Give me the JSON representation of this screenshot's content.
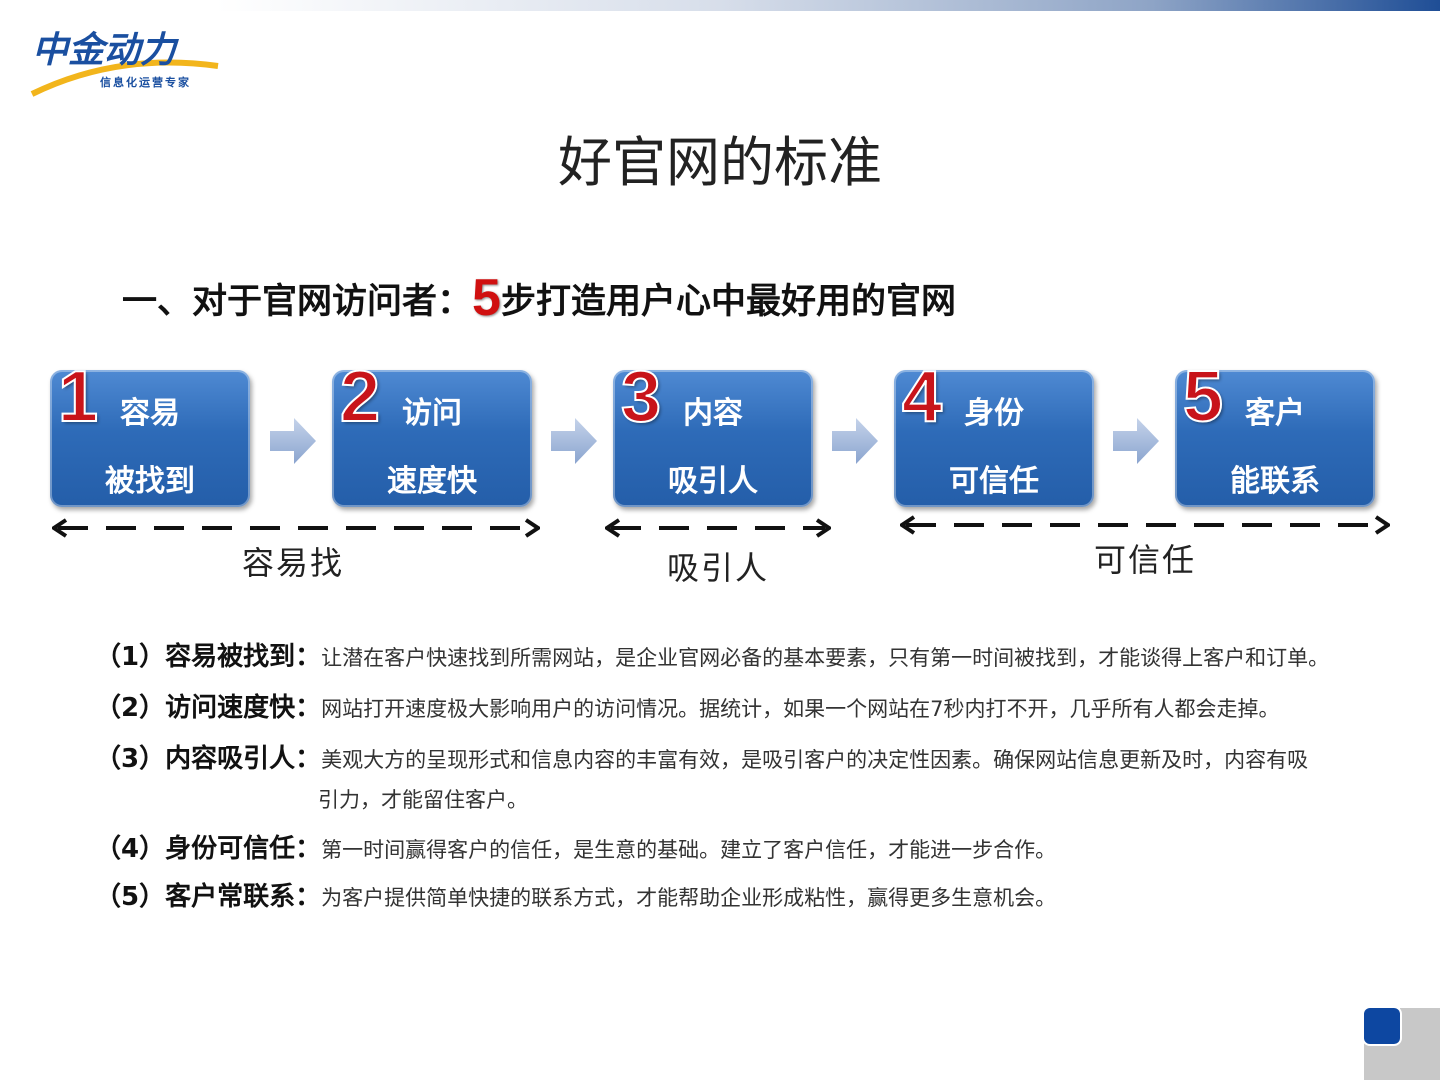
{
  "logo": {
    "name": "中金动力",
    "tagline": "信息化运营专家"
  },
  "title": "好官网的标准",
  "subtitle": {
    "prefix": "一、对于官网访问者：",
    "number": "5",
    "suffix": "步打造用户心中最好用的官网"
  },
  "steps": [
    {
      "num": "1",
      "line1": "容易",
      "line2": "被找到"
    },
    {
      "num": "2",
      "line1": "访问",
      "line2": "速度快"
    },
    {
      "num": "3",
      "line1": "内容",
      "line2": "吸引人"
    },
    {
      "num": "4",
      "line1": "身份",
      "line2": "可信任"
    },
    {
      "num": "5",
      "line1": "客户",
      "line2": "能联系"
    }
  ],
  "groups": [
    "容易找",
    "吸引人",
    "可信任"
  ],
  "points": [
    {
      "label": "（1）容易被找到：",
      "text": "让潜在客户快速找到所需网站，是企业官网必备的基本要素，只有第一时间被找到，才能谈得上客户和订单。"
    },
    {
      "label": "（2）访问速度快：",
      "text": "网站打开速度极大影响用户的访问情况。据统计，如果一个网站在7秒内打不开，几乎所有人都会走掉。"
    },
    {
      "label": "（3）内容吸引人：",
      "text": "美观大方的呈现形式和信息内容的丰富有效，是吸引客户的决定性因素。确保网站信息更新及时，内容有吸",
      "text2": "引力，才能留住客户。"
    },
    {
      "label": "（4）身份可信任：",
      "text": "第一时间赢得客户的信任，是生意的基础。建立了客户信任，才能进一步合作。"
    },
    {
      "label": "（5）客户常联系：",
      "text": "为客户提供简单快捷的联系方式，才能帮助企业形成粘性，赢得更多生意机会。"
    }
  ]
}
